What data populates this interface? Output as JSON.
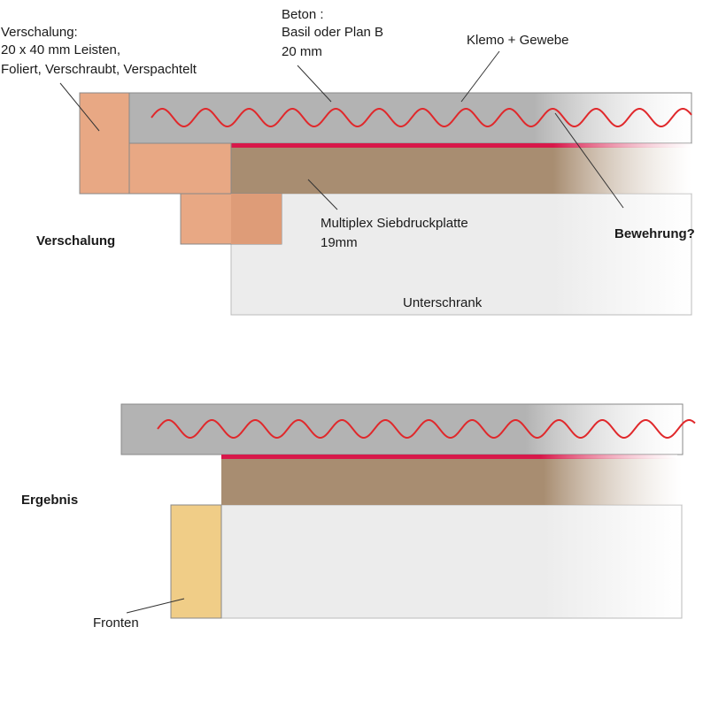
{
  "labels": {
    "verschalung_note": [
      "Verschalung:",
      "20 x 40 mm Leisten,",
      "Foliert, Verschraubt, Verspachtelt"
    ],
    "beton_note": [
      "Beton :",
      "Basil oder Plan B",
      "20 mm"
    ],
    "klemo_note": "Klemo + Gewebe",
    "multiplex_note": [
      "Multiplex Siebdruckplatte",
      "19mm"
    ],
    "bewehrung_note": "Bewehrung?",
    "verschalung_heading": "Verschalung",
    "unterschrank_label": "Unterschrank",
    "ergebnis_heading": "Ergebnis",
    "fronten_label": "Fronten"
  },
  "colors": {
    "concrete": "#b3b3b3",
    "plywood": "#a88d71",
    "formwork": "#e8a884",
    "formwork_overlap": "#de9c78",
    "cabinet": "#ececec",
    "front": "#f0cd87",
    "reinforcement": "#e0282b",
    "membrane": "#d8184a",
    "outline": "#888888",
    "leader": "#333333"
  }
}
